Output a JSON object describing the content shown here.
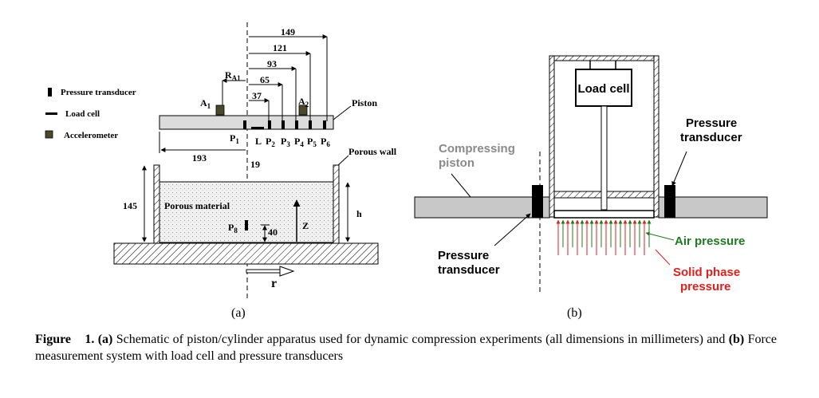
{
  "panel_a": {
    "legend": {
      "pressure_transducer": "Pressure transducer",
      "load_cell": "Load cell",
      "accelerometer": "Accelerometer"
    },
    "dimensions": {
      "d149": "149",
      "d121": "121",
      "d93": "93",
      "d65": "65",
      "d37": "37",
      "d193": "193",
      "d19": "19",
      "d145": "145",
      "d40": "40"
    },
    "labels": {
      "ra1_main": "R",
      "ra1_sub": "A1",
      "a1_main": "A",
      "a1_sub": "1",
      "a2_main": "A",
      "a2_sub": "2",
      "piston": "Piston",
      "porous_wall": "Porous wall",
      "porous_material": "Porous material",
      "p1_main": "P",
      "p1_sub": "1",
      "l": "L",
      "p2_main": "P",
      "p2_sub": "2",
      "p3_main": "P",
      "p3_sub": "3",
      "p4_main": "P",
      "p4_sub": "4",
      "p5_main": "P",
      "p5_sub": "5",
      "p6_main": "P",
      "p6_sub": "6",
      "p8_main": "P",
      "p8_sub": "8",
      "z": "Z",
      "h": "h",
      "r": "r"
    },
    "tag": "(a)"
  },
  "panel_b": {
    "load_cell": "Load cell",
    "pt_right_line1": "Pressure",
    "pt_right_line2": "transducer",
    "compress_line1": "Compressing",
    "compress_line2": "piston",
    "pt_left_line1": "Pressure",
    "pt_left_line2": "transducer",
    "air_pressure": "Air pressure",
    "solid_line1": "Solid phase",
    "solid_line2": "pressure",
    "tag": "(b)",
    "colors": {
      "air": "#1f7a1f",
      "solid": "#e0201c",
      "grey_text": "#8a8a8a",
      "piston_fill": "#c8c8c8"
    }
  },
  "caption": {
    "figure_word": "Figure",
    "figure_num": "1.",
    "a_tag": "(a)",
    "a_text": " Schematic of piston/cylinder apparatus used for dynamic compression experiments (all dimensions in millimeters) and ",
    "b_tag": "(b)",
    "b_text": " Force measurement system with load cell and pressure transducers"
  }
}
